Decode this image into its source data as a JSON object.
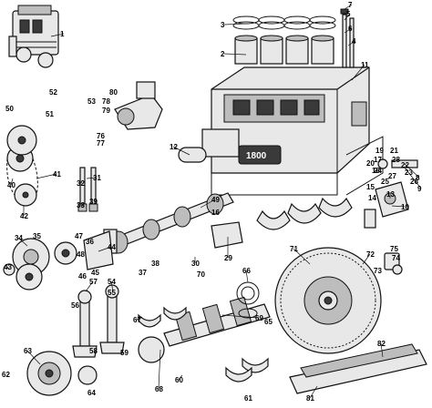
{
  "diagram": {
    "engine_plate": "1800",
    "callouts": [
      "1",
      "2",
      "3",
      "4",
      "5",
      "6",
      "7",
      "8",
      "9",
      "10",
      "11",
      "12",
      "13",
      "14",
      "15",
      "16",
      "17",
      "18",
      "19",
      "20",
      "21",
      "22",
      "23",
      "24",
      "25",
      "26",
      "27",
      "28",
      "29",
      "30",
      "31",
      "32",
      "33",
      "34",
      "35",
      "36",
      "37",
      "38",
      "39",
      "40",
      "41",
      "42",
      "43",
      "44",
      "45",
      "46",
      "47",
      "48",
      "49",
      "50",
      "51",
      "52",
      "53",
      "54",
      "55",
      "56",
      "57",
      "58",
      "59",
      "60",
      "61",
      "62",
      "63",
      "64",
      "65",
      "66",
      "67",
      "68",
      "69",
      "70",
      "71",
      "72",
      "73",
      "74",
      "75",
      "76",
      "77",
      "78",
      "79",
      "80",
      "81",
      "82"
    ]
  }
}
